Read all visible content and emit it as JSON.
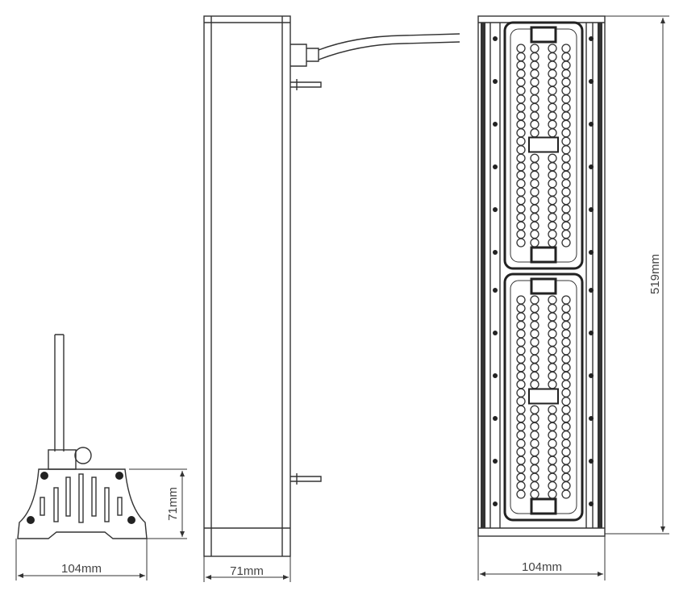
{
  "dimensions": {
    "end_width": "104mm",
    "end_height": "71mm",
    "side_depth": "71mm",
    "front_width": "104mm",
    "front_length": "519mm"
  },
  "led_modules": {
    "count": 2,
    "rows_per_module": 24,
    "columns": 4
  }
}
